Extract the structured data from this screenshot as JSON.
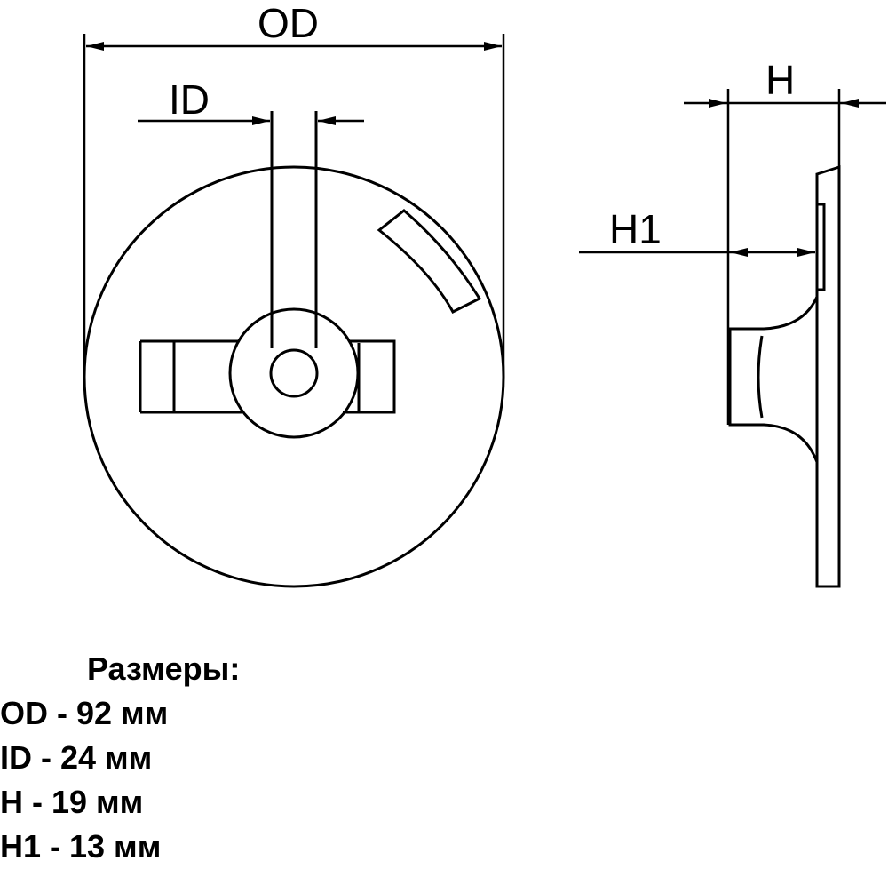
{
  "diagram": {
    "labels": {
      "od": "OD",
      "id": "ID",
      "h": "H",
      "h1": "H1"
    },
    "line_color": "#000000",
    "background_color": "#ffffff"
  },
  "specs": {
    "heading": "Размеры:",
    "rows": [
      "OD - 92 мм",
      "ID - 24 мм",
      "H - 19 мм",
      "H1 - 13 мм"
    ]
  }
}
